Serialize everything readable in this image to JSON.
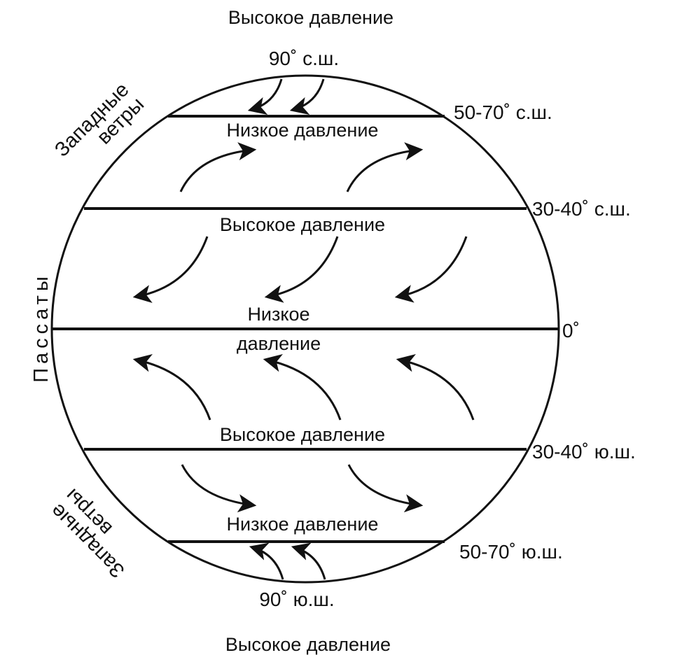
{
  "title_top": "Высокое давление",
  "title_bottom": "Высокое давление",
  "pressure_zones": {
    "north_polar_low": "Низкое давление",
    "north_subtropical_high": "Высокое давление",
    "equatorial_low_line1": "Низкое",
    "equatorial_low_line2": "давление",
    "south_subtropical_high": "Высокое давление",
    "south_polar_low": "Низкое давление"
  },
  "latitudes": {
    "n90": "90˚ с.ш.",
    "n50_70": "50-70˚ с.ш.",
    "n30_40": "30-40˚ с.ш.",
    "equator": "0˚",
    "s30_40": "30-40˚ ю.ш.",
    "s50_70": "50-70˚ ю.ш.",
    "s90": "90˚ ю.ш."
  },
  "winds": {
    "westerlies_north": "Западные ветры",
    "trade_winds": "Пассаты",
    "westerlies_south": "Западные ветры"
  },
  "westerlies_north_lines": [
    "Западные",
    "ветры"
  ],
  "westerlies_south_lines": [
    "Западные",
    "ветры"
  ]
}
